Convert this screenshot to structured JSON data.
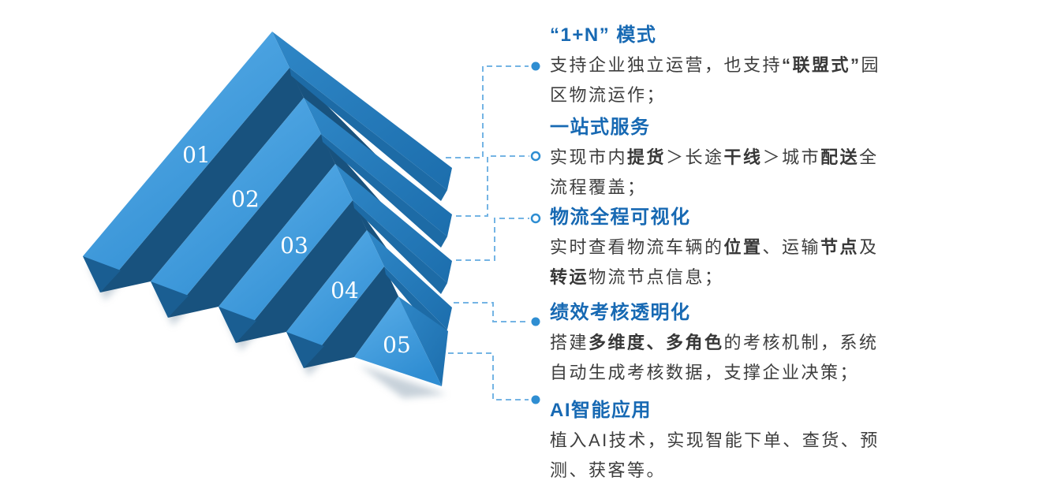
{
  "pyramid": {
    "levels": [
      {
        "label": "01"
      },
      {
        "label": "02"
      },
      {
        "label": "03"
      },
      {
        "label": "04"
      },
      {
        "label": "05"
      }
    ]
  },
  "features": [
    {
      "marker": "filled",
      "title": "“1+N” 模式",
      "body": [
        {
          "t": "支持企业独立运营，也支持"
        },
        {
          "t": "“联盟式”",
          "b": true
        },
        {
          "t": "园区物流运作；"
        }
      ]
    },
    {
      "marker": "open",
      "title": "一站式服务",
      "body": [
        {
          "t": "实现市内"
        },
        {
          "t": "提货",
          "b": true
        },
        {
          "t": "＞长途"
        },
        {
          "t": "干线",
          "b": true
        },
        {
          "t": "＞城市"
        },
        {
          "t": "配送",
          "b": true
        },
        {
          "t": "全流程覆盖；"
        }
      ]
    },
    {
      "marker": "open",
      "title": "物流全程可视化",
      "body": [
        {
          "t": "实时查看物流车辆的"
        },
        {
          "t": "位置",
          "b": true
        },
        {
          "t": "、运输"
        },
        {
          "t": "节点",
          "b": true
        },
        {
          "t": "及"
        },
        {
          "t": "转运",
          "b": true
        },
        {
          "t": "物流节点信息；"
        }
      ]
    },
    {
      "marker": "filled",
      "title": "绩效考核透明化",
      "body": [
        {
          "t": "搭建"
        },
        {
          "t": "多维度、多角色",
          "b": true
        },
        {
          "t": "的考核机制，系统自动生成考核数据，支撑企业决策；"
        }
      ]
    },
    {
      "marker": "filled",
      "title": "AI智能应用",
      "body": [
        {
          "t": "植入AI技术，实现智能下单、查货、预测、获客等。"
        }
      ]
    }
  ],
  "colors": {
    "title_blue": "#1769b3",
    "body_text": "#3e3e3e",
    "connector_line": "#74b4e4",
    "marker_blue": "#2f8ed2",
    "face_light": "#4aa3e2",
    "face_medium": "#2a80c0",
    "face_dark_gap": "#18527e"
  }
}
